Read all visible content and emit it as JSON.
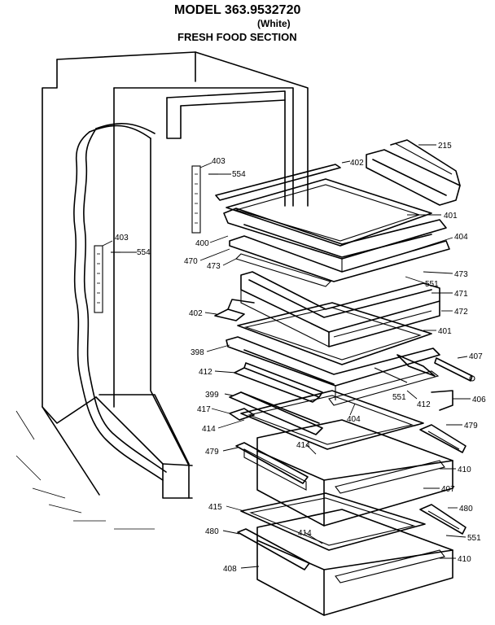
{
  "header": {
    "model": "MODEL 363.9532720",
    "variant": "(White)",
    "section": "FRESH FOOD SECTION"
  },
  "callouts": [
    {
      "id": "c215",
      "label": "215"
    },
    {
      "id": "c402a",
      "label": "402"
    },
    {
      "id": "c403a",
      "label": "403"
    },
    {
      "id": "c554a",
      "label": "554"
    },
    {
      "id": "c401a",
      "label": "401"
    },
    {
      "id": "c403b",
      "label": "403"
    },
    {
      "id": "c554b",
      "label": "554"
    },
    {
      "id": "c400",
      "label": "400"
    },
    {
      "id": "c404a",
      "label": "404"
    },
    {
      "id": "c470",
      "label": "470"
    },
    {
      "id": "c473a",
      "label": "473"
    },
    {
      "id": "c473b",
      "label": "473"
    },
    {
      "id": "c551a",
      "label": "551"
    },
    {
      "id": "c471",
      "label": "471"
    },
    {
      "id": "c402b",
      "label": "402"
    },
    {
      "id": "c472",
      "label": "472"
    },
    {
      "id": "c401b",
      "label": "401"
    },
    {
      "id": "c398",
      "label": "398"
    },
    {
      "id": "c407a",
      "label": "407"
    },
    {
      "id": "c412a",
      "label": "412"
    },
    {
      "id": "c399",
      "label": "399"
    },
    {
      "id": "c551b",
      "label": "551"
    },
    {
      "id": "c412b",
      "label": "412"
    },
    {
      "id": "c406",
      "label": "406"
    },
    {
      "id": "c417",
      "label": "417"
    },
    {
      "id": "c404b",
      "label": "404"
    },
    {
      "id": "c414a",
      "label": "414"
    },
    {
      "id": "c479a",
      "label": "479"
    },
    {
      "id": "c414b",
      "label": "414"
    },
    {
      "id": "c479b",
      "label": "479"
    },
    {
      "id": "c410a",
      "label": "410"
    },
    {
      "id": "c407b",
      "label": "407"
    },
    {
      "id": "c415",
      "label": "415"
    },
    {
      "id": "c480a",
      "label": "480"
    },
    {
      "id": "c414c",
      "label": "414"
    },
    {
      "id": "c480b",
      "label": "480"
    },
    {
      "id": "c551c",
      "label": "551"
    },
    {
      "id": "c410b",
      "label": "410"
    },
    {
      "id": "c408",
      "label": "408"
    }
  ]
}
